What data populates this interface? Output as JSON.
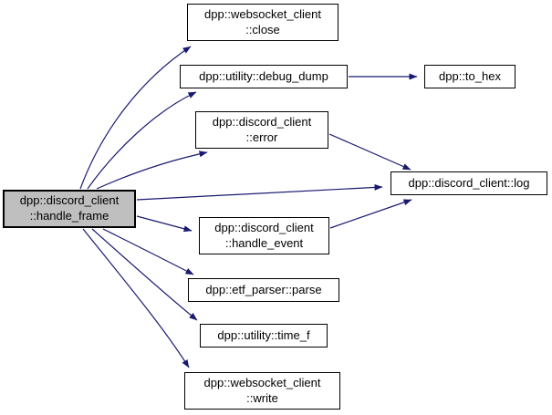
{
  "diagram": {
    "type": "call-graph",
    "background_color": "#ffffff",
    "edge_color": "#191970",
    "node_border_color": "#000000",
    "node_fill_color": "#ffffff",
    "root_fill_color": "#bfbfbf",
    "text_color": "#000000"
  },
  "nodes": {
    "handle_frame": {
      "label": "dpp::discord_client\n::handle_frame",
      "role": "root"
    },
    "close": {
      "label": "dpp::websocket_client\n::close"
    },
    "debug_dump": {
      "label": "dpp::utility::debug_dump"
    },
    "to_hex": {
      "label": "dpp::to_hex"
    },
    "error": {
      "label": "dpp::discord_client\n::error"
    },
    "log": {
      "label": "dpp::discord_client::log"
    },
    "handle_event": {
      "label": "dpp::discord_client\n::handle_event"
    },
    "parse": {
      "label": "dpp::etf_parser::parse"
    },
    "time_f": {
      "label": "dpp::utility::time_f"
    },
    "write": {
      "label": "dpp::websocket_client\n::write"
    }
  },
  "edges": [
    {
      "from": "dpp::discord_client::handle_frame",
      "to": "dpp::websocket_client::close"
    },
    {
      "from": "dpp::discord_client::handle_frame",
      "to": "dpp::utility::debug_dump"
    },
    {
      "from": "dpp::discord_client::handle_frame",
      "to": "dpp::discord_client::error"
    },
    {
      "from": "dpp::discord_client::handle_frame",
      "to": "dpp::discord_client::log"
    },
    {
      "from": "dpp::discord_client::handle_frame",
      "to": "dpp::discord_client::handle_event"
    },
    {
      "from": "dpp::discord_client::handle_frame",
      "to": "dpp::etf_parser::parse"
    },
    {
      "from": "dpp::discord_client::handle_frame",
      "to": "dpp::utility::time_f"
    },
    {
      "from": "dpp::discord_client::handle_frame",
      "to": "dpp::websocket_client::write"
    },
    {
      "from": "dpp::utility::debug_dump",
      "to": "dpp::to_hex"
    },
    {
      "from": "dpp::discord_client::error",
      "to": "dpp::discord_client::log"
    },
    {
      "from": "dpp::discord_client::handle_event",
      "to": "dpp::discord_client::log"
    }
  ]
}
